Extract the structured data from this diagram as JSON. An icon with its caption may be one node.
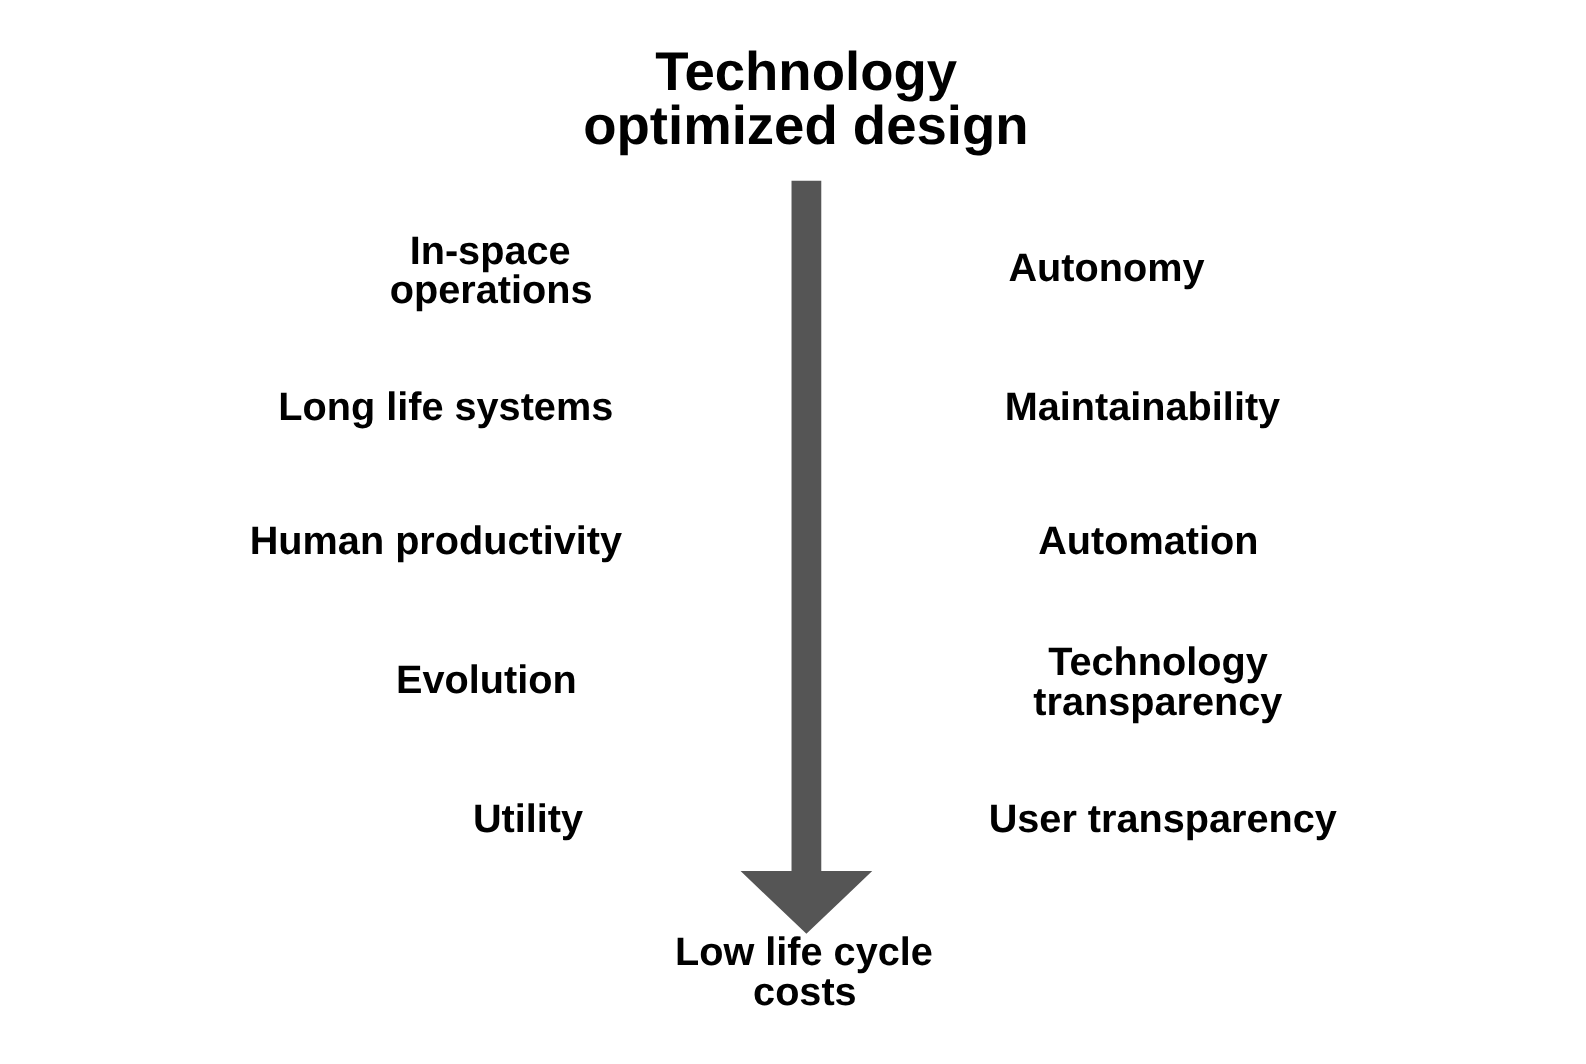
{
  "diagram": {
    "nodes": [
      {
        "text": [
          "Technology optimized design"
        ]
      },
      {
        "text": [
          "Low life cycle costs"
        ]
      }
    ],
    "edges": [
      {
        "from": 0,
        "to": 1,
        "arrow": "to"
      }
    ],
    "labels": [
      "In-space operations",
      "Autonomy",
      "Long life systems",
      "Maintainability",
      "Human productivity",
      "Automation",
      "Evolution",
      "Technology transparency",
      "Utility",
      "User transparency"
    ]
  }
}
